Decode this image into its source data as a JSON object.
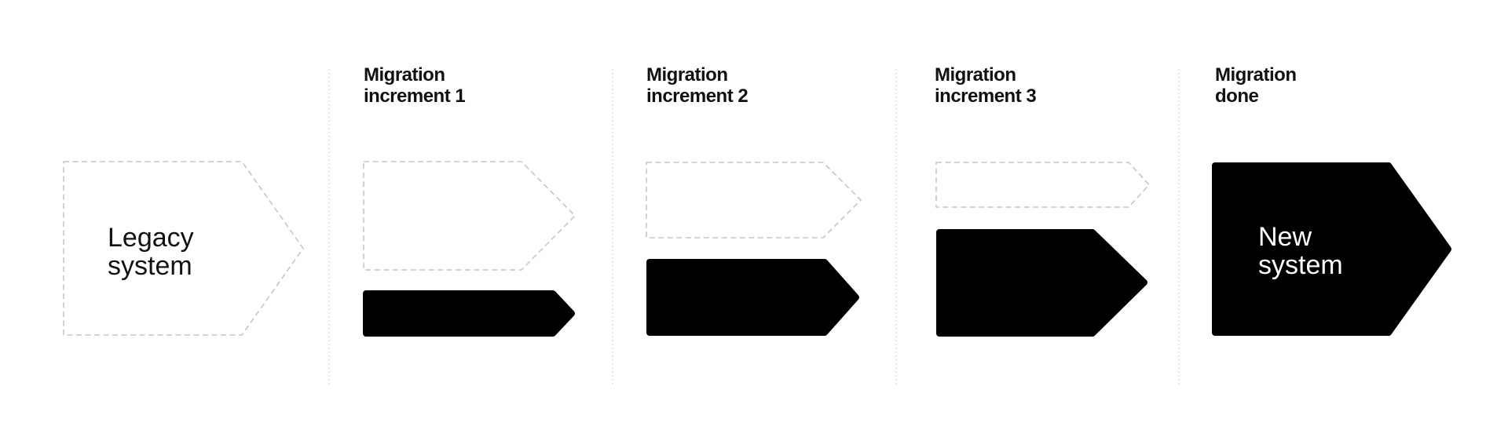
{
  "colors": {
    "background": "#ffffff",
    "shape_black": "#000000",
    "dashed_outline": "#c6c6c6",
    "divider": "#dfdfdf",
    "heading_text": "#111111",
    "legacy_label_text": "#111111",
    "new_label_text": "#ffffff"
  },
  "stages": [
    {
      "id": "legacy-system",
      "header": "",
      "shape_label": "Legacy\nsystem"
    },
    {
      "id": "migration-increment-1",
      "header": "Migration\nincrement 1"
    },
    {
      "id": "migration-increment-2",
      "header": "Migration\nincrement 2"
    },
    {
      "id": "migration-increment-3",
      "header": "Migration\nincrement 3"
    },
    {
      "id": "migration-done",
      "header": "Migration\ndone",
      "shape_label": "New\nsystem"
    }
  ]
}
